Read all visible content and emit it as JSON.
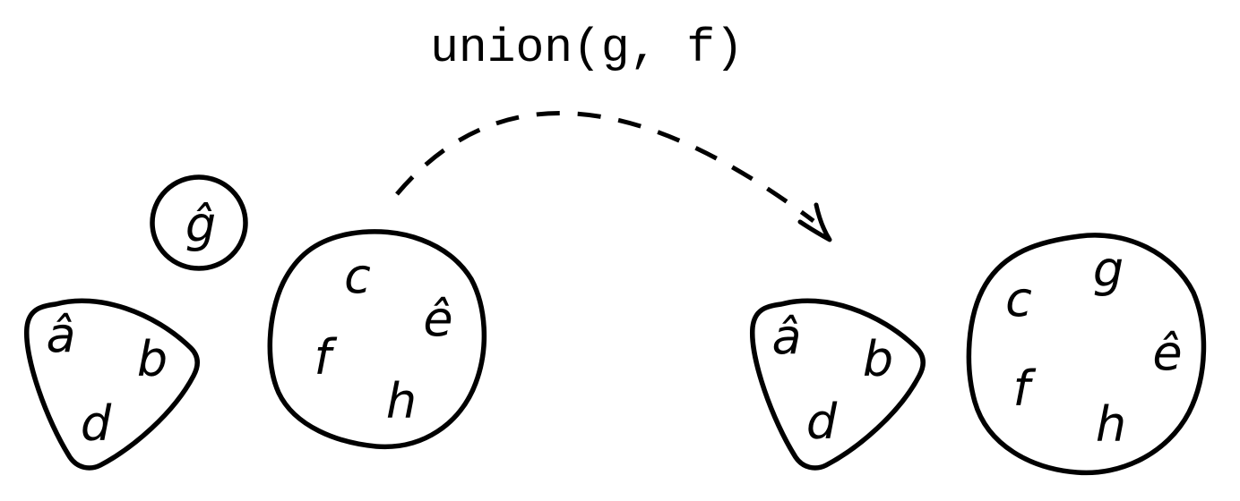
{
  "title": "union(g, f)",
  "colors": {
    "stroke": "#000000",
    "background": "#ffffff"
  },
  "sets": {
    "singleton_g": {
      "elements": [
        "ĝ"
      ]
    },
    "set_a_left": {
      "elements": [
        "â",
        "b",
        "d"
      ]
    },
    "set_f_left": {
      "elements": [
        "c",
        "ê",
        "f",
        "h"
      ]
    },
    "set_a_right": {
      "elements": [
        "â",
        "b",
        "d"
      ]
    },
    "set_union_right": {
      "elements": [
        "g",
        "c",
        "ê",
        "f",
        "h"
      ]
    }
  }
}
